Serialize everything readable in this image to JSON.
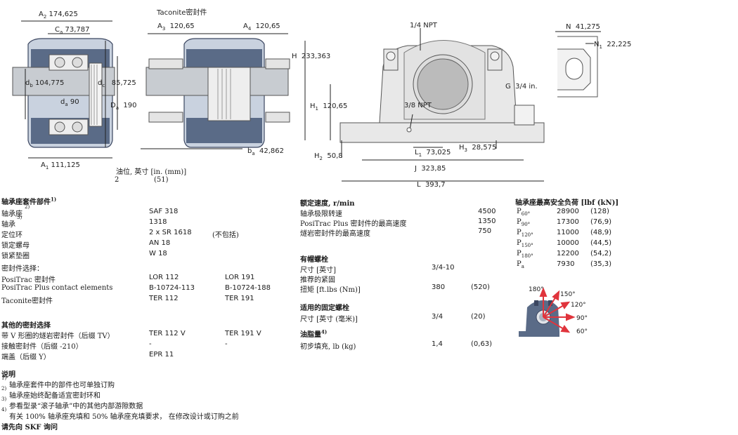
{
  "drawings": {
    "taconite_title": "Taconite密封件",
    "left": {
      "A2": "174,625",
      "Ca": "73,787",
      "db": "104,775",
      "da": "90",
      "dc": "85,725",
      "Da": "190",
      "A1": "111,125"
    },
    "middle": {
      "A3": "120,65",
      "A4": "120,65",
      "ba": "42,862"
    },
    "right": {
      "npt_top": "1/4 NPT",
      "H": "233,363",
      "H1": "120,65",
      "npt_mid": "3/8 NPT",
      "G": "3/4 in.",
      "H2": "50,8",
      "L1": "73,025",
      "H3": "28,575",
      "J": "323,85",
      "L": "393,7",
      "N": "41,275",
      "N1": "22,225"
    },
    "oil": {
      "label": "油位, 英寸 [in. (mm)]",
      "value": "2",
      "value_mm": "(51)"
    }
  },
  "components": {
    "title": "轴承座套件部件",
    "title_sup": "1)",
    "rows": [
      {
        "label": "轴承座",
        "sup": "2)",
        "value": "SAF 318",
        "extra": ""
      },
      {
        "label": "轴承",
        "sup": "3)",
        "value": "1318",
        "extra": ""
      },
      {
        "label": "定位环",
        "sup": "",
        "value": "2 x SR 1618",
        "extra": "(不包括)"
      },
      {
        "label": "锁定螺母",
        "sup": "",
        "value": "AN 18",
        "extra": ""
      },
      {
        "label": "锁紧垫圈",
        "sup": "",
        "value": "W 18",
        "extra": ""
      }
    ]
  },
  "seals": {
    "title": "密封件选择：",
    "rows": [
      {
        "label": "PosiTrac 密封件",
        "v1": "LOR 112",
        "v2": "LOR 191"
      },
      {
        "label": "PosiTrac Plus contact elements",
        "v1": "B-10724-113",
        "v2": "B-10724-188"
      },
      {
        "label": "Taconite密封件",
        "v1": "TER 112",
        "v2": "TER 191"
      }
    ]
  },
  "other_seals": {
    "title": "其他的密封选择",
    "rows": [
      {
        "label": "带 V 形圈的燧岩密封件（后缀 TV）",
        "v1": "TER 112 V",
        "v2": "TER 191 V"
      },
      {
        "label": "接触密封件（后缀 -210）",
        "v1": "-",
        "v2": "-"
      },
      {
        "label": "端盖（后缀 Y）",
        "v1": "EPR 11",
        "v2": ""
      }
    ]
  },
  "notes": {
    "title": "说明",
    "items": [
      {
        "num": "1)",
        "text": "轴承座套件中的部件也可单独订购"
      },
      {
        "num": "2)",
        "text": "轴承座始终配备适宜密封环和"
      },
      {
        "num": "3)",
        "text": "参看型录“滚子轴承”中的其他内部游隙数据"
      },
      {
        "num": "4)",
        "text": "有关 100% 轴承座充填和 50% 轴承座充填要求， 在修改设计或订购之前"
      }
    ],
    "contact": "请先向 SKF 询问"
  },
  "speed": {
    "title": "额定速度, r/min",
    "rows": [
      {
        "label": "轴承极限转速",
        "value": "4500"
      },
      {
        "label": "PosiTrac Plus 密封件的最高速度",
        "value": "1350"
      },
      {
        "label": "燧岩密封件的最高速度",
        "value": "750"
      }
    ]
  },
  "bolts": {
    "title": "有帽螺栓",
    "rows": [
      {
        "label": "尺寸 [英寸]",
        "v1": "3/4-10",
        "v2": ""
      },
      {
        "label": "推荐的紧固",
        "v1": "",
        "v2": ""
      },
      {
        "label": "扭矩 [ft.lbs (Nm)]",
        "v1": "380",
        "v2": "(520)"
      }
    ]
  },
  "fix_bolts": {
    "title": "适用的固定螺栓",
    "rows": [
      {
        "label": "尺寸 [英寸 (毫米)]",
        "v1": "3/4",
        "v2": "(20)"
      }
    ]
  },
  "grease": {
    "title": "油脂量",
    "title_sup": "4)",
    "rows": [
      {
        "label": "初步填充, lb (kg)",
        "v1": "1,4",
        "v2": "(0,63)"
      }
    ]
  },
  "loads": {
    "title": "轴承座最高安全负荷 [lbf (kN)]",
    "rows": [
      {
        "p": "P",
        "sub": "60°",
        "v1": "28900",
        "v2": "(128)"
      },
      {
        "p": "P",
        "sub": "90°",
        "v1": "17300",
        "v2": "(76,9)"
      },
      {
        "p": "P",
        "sub": "120°",
        "v1": "11000",
        "v2": "(48,9)"
      },
      {
        "p": "P",
        "sub": "150°",
        "v1": "10000",
        "v2": "(44,5)"
      },
      {
        "p": "P",
        "sub": "180°",
        "v1": "12200",
        "v2": "(54,2)"
      },
      {
        "p": "P",
        "sub": "a",
        "v1": "7930",
        "v2": "(35,3)"
      }
    ],
    "angles": [
      "180°",
      "150°",
      "120°",
      "90°",
      "60°"
    ],
    "arrow_color": "#e0343c"
  },
  "colors": {
    "housing": "#5a6b87",
    "housing_light": "#c9d2df",
    "shaft": "#c8ccd1",
    "base": "#e8e8e8"
  }
}
